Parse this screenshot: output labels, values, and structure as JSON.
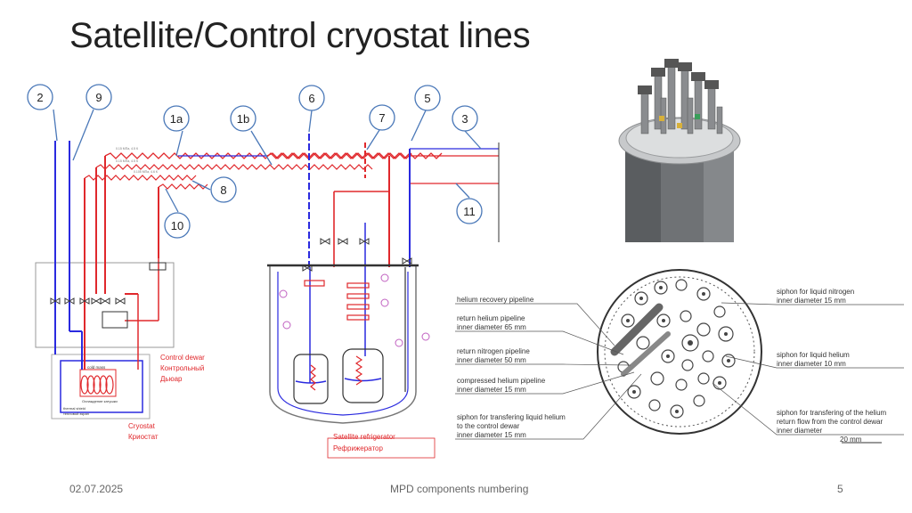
{
  "slide": {
    "title": "Satellite/Control cryostat lines",
    "date": "02.07.2025",
    "footer_center": "MPD components numbering",
    "page_number": "5"
  },
  "callouts": [
    "2",
    "9",
    "1a",
    "1b",
    "6",
    "7",
    "5",
    "3",
    "8",
    "10",
    "11"
  ],
  "left_diagram": {
    "control_dewar_en": "Control dewar",
    "control_dewar_ru": "Контрольный",
    "control_dewar_ru2": "Дьюар",
    "cryostat_en": "Cryostat",
    "cryostat_ru": "Криостат",
    "cold_mass": "cold mass",
    "coil_ru": "Охлаждение катушки",
    "thermal_shield": "thermal shield",
    "thermal_shield_ru": "тепловой экран"
  },
  "center_diagram": {
    "satellite_en": "Satellite refrigerator",
    "satellite_ru": "Рефрижератор"
  },
  "right_labels": {
    "helium_recovery": "helium recovery pipeline",
    "return_helium_1": "return helium pipeline",
    "return_helium_2": "inner diameter 65 mm",
    "return_nitrogen_1": "return nitrogen pipeline",
    "return_nitrogen_2": "inner diameter 50 mm",
    "compressed_1": "compressed helium pipeline",
    "compressed_2": "inner diameter 15 mm",
    "siphon_transfer_1": "siphon for transfering liquid helium",
    "siphon_transfer_2": "to the control dewar",
    "siphon_transfer_3": "inner diameter 15 mm",
    "siphon_n2_1": "siphon for liquid nitrogen",
    "siphon_n2_2": "inner diameter 15 mm",
    "siphon_he_1": "siphon for liquid helium",
    "siphon_he_2": "inner diameter 10 mm",
    "siphon_return_1": "siphon for transfering of the helium",
    "siphon_return_2": "return flow from the control dewar",
    "siphon_return_3": "inner diameter",
    "scale": "20 mm"
  },
  "colors": {
    "blue": "#2a2adf",
    "red": "#e0282c",
    "callout": "#4a78b8"
  }
}
